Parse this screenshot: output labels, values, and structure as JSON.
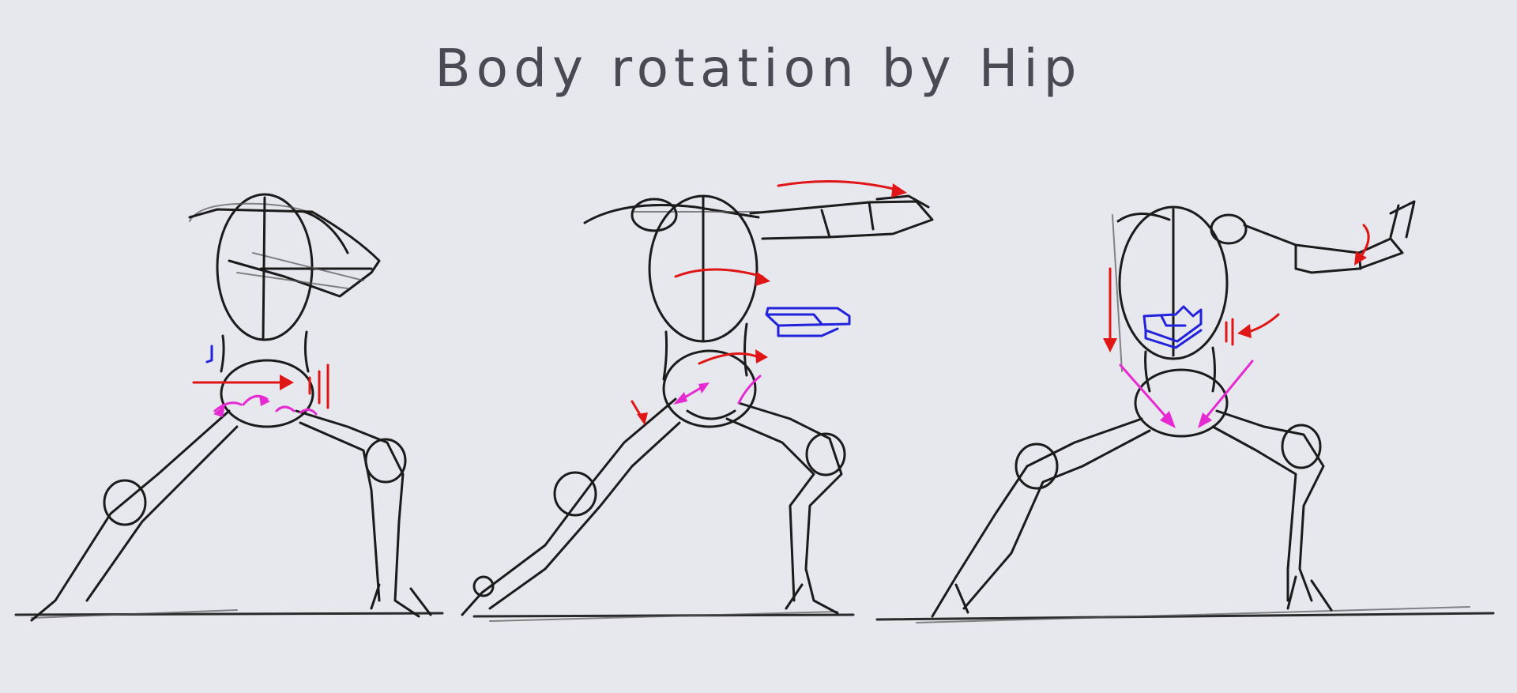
{
  "title": "Body rotation by Hip",
  "figures": [
    {
      "name": "figure-left",
      "ink": "#1b1b1b"
    },
    {
      "name": "figure-middle",
      "ink": "#1b1b1b"
    },
    {
      "name": "figure-right",
      "ink": "#1b1b1b"
    }
  ],
  "colors": {
    "background": "#e7e7ee",
    "title": "#4a4a55",
    "red_arrow": "#e01515",
    "magenta_arrow": "#e62ad2",
    "blue_block": "#2222dd"
  }
}
